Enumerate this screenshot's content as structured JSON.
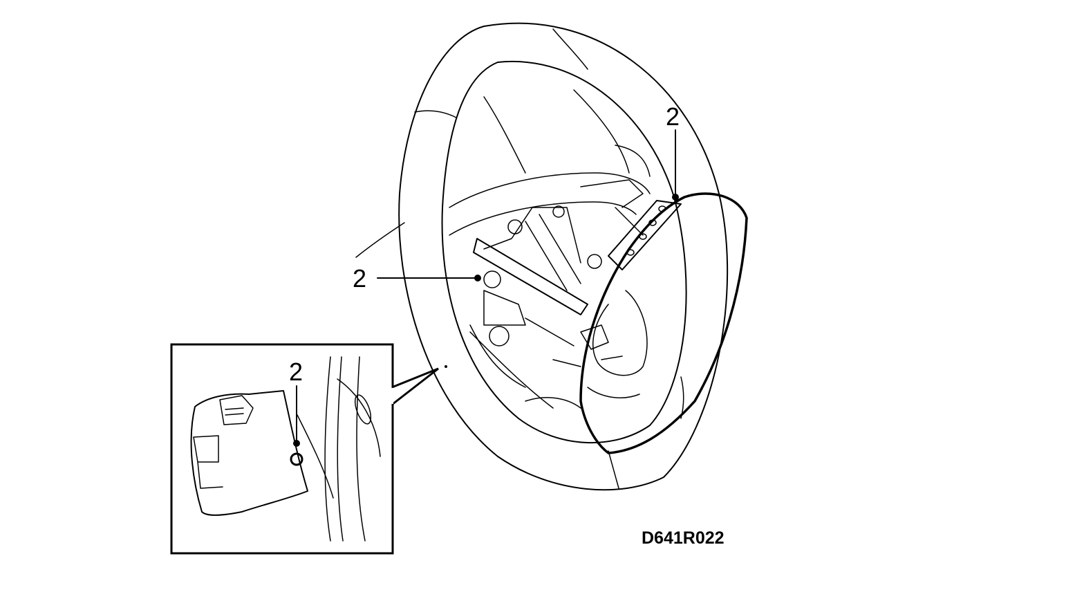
{
  "diagram": {
    "figure_id": "D641R022",
    "callouts": [
      {
        "label": "2",
        "target": "right-screw"
      },
      {
        "label": "2",
        "target": "left-screw"
      },
      {
        "label": "2",
        "target": "inset-screw"
      }
    ],
    "colors": {
      "line": "#000000",
      "background": "#ffffff"
    }
  }
}
